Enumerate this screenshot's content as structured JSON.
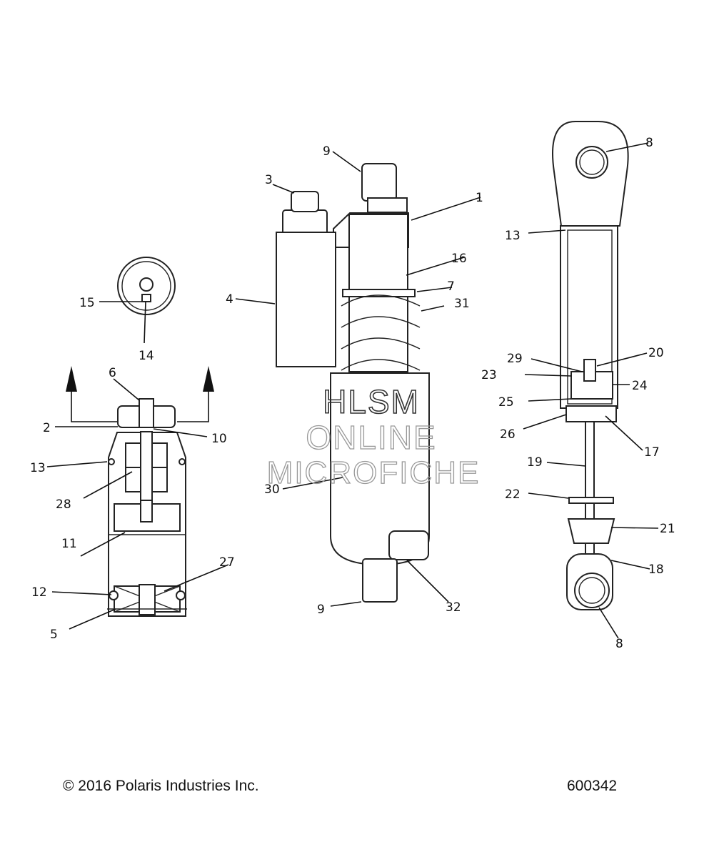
{
  "callouts": {
    "c1": "1",
    "c3": "3",
    "c4": "4",
    "c5": "5",
    "c6": "6",
    "c7": "7",
    "c8a": "8",
    "c8b": "8",
    "c9a": "9",
    "c9b": "9",
    "c10": "10",
    "c11": "11",
    "c12": "12",
    "c13a": "13",
    "c13b": "13",
    "c14": "14",
    "c15": "15",
    "c16": "16",
    "c17": "17",
    "c18": "18",
    "c19": "19",
    "c20": "20",
    "c21": "21",
    "c22": "22",
    "c23": "23",
    "c24": "24",
    "c25": "25",
    "c26": "26",
    "c27": "27",
    "c28": "28",
    "c29": "29",
    "c30": "30",
    "c31": "31",
    "c32": "32",
    "c2": "2"
  },
  "watermark": {
    "line1": "HLSM",
    "line2": "ONLINE",
    "line3": "MICROFICHE"
  },
  "footer": {
    "copyright": "© 2016 Polaris Industries Inc.",
    "diagram_number": "600342"
  }
}
